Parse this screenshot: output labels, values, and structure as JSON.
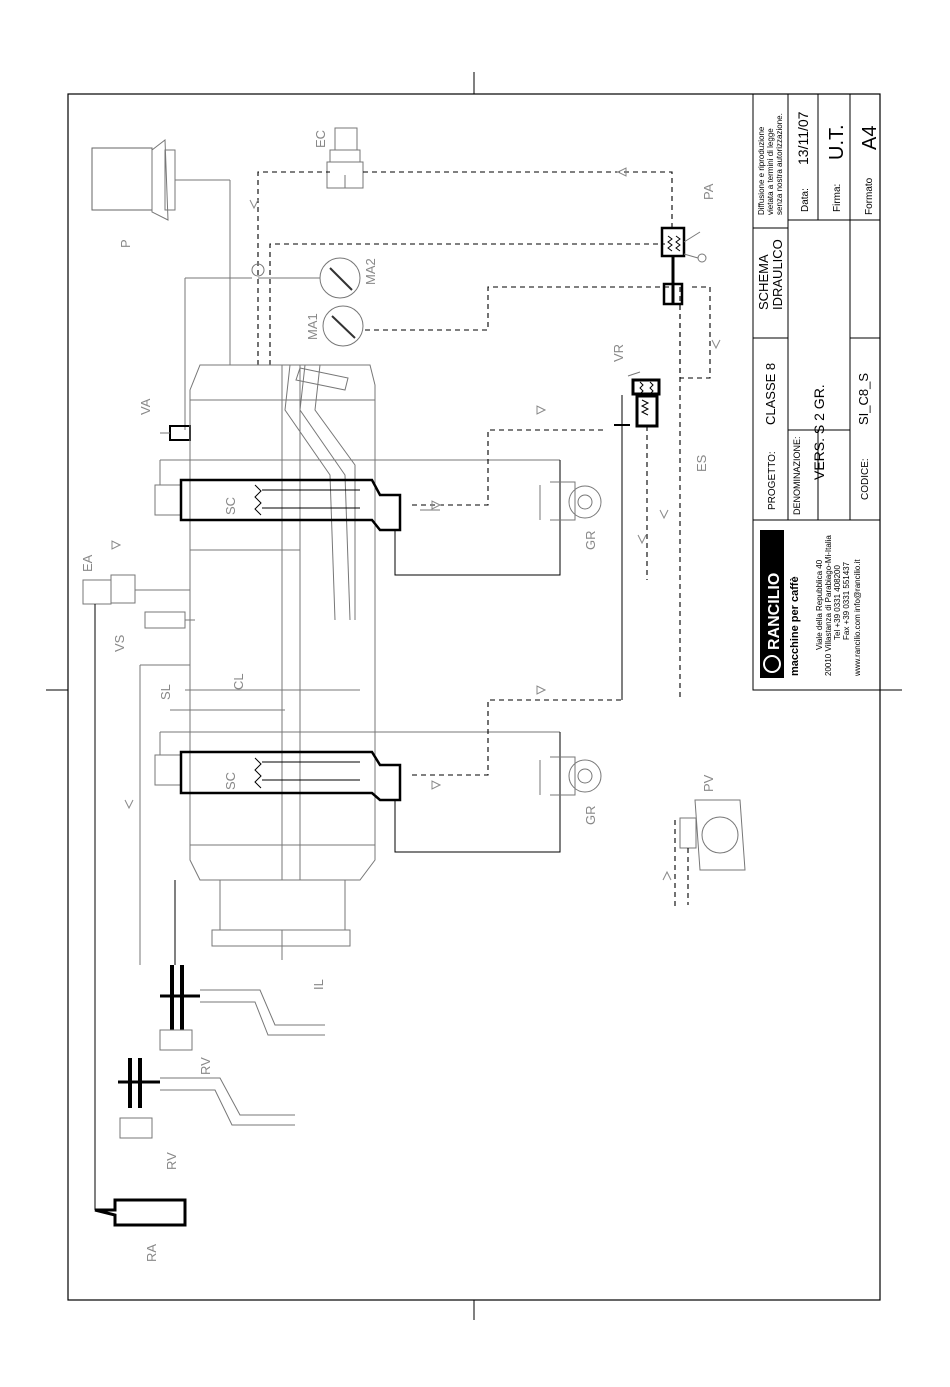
{
  "components": {
    "P": "P",
    "EC": "EC",
    "PA": "PA",
    "MA2": "MA2",
    "MA1": "MA1",
    "VA": "VA",
    "VR": "VR",
    "ES": "ES",
    "SC_top": "SC",
    "GR_top": "GR",
    "EA": "EA",
    "VS": "VS",
    "SL": "SL",
    "CL": "CL",
    "SC_bottom": "SC",
    "GR_bottom": "GR",
    "PV": "PV",
    "IL": "IL",
    "RV_upper": "RV",
    "RV_lower": "RV",
    "RA": "RA"
  },
  "title_block": {
    "rights_line1": "Diffusione e riproduzione",
    "rights_line2": "vietata a termini di legge",
    "rights_line3": "senza nostra autorizzazione.",
    "data_label": "Data:",
    "data_value": "13/11/07",
    "firma_label": "Firma:",
    "firma_value": "U.T.",
    "formato_label": "Formato",
    "formato_value": "A4",
    "schema_line1": "SCHEMA",
    "schema_line2": "IDRAULICO",
    "progetto_label": "PROGETTO:",
    "progetto_value": "CLASSE 8",
    "denominazione_label": "DENOMINAZIONE:",
    "denominazione_value": "VERS.   S  2 GR.",
    "codice_label": "CODICE:",
    "codice_value": "SI_C8_S",
    "brand": "RANCILIO",
    "tagline": "macchine per caffè",
    "address1": "Viale della Repubblica 40",
    "address2": "20010 Villastanza di Parabiago-Mi-Italia",
    "tel": "Tel +39 0331 408200",
    "fax": "Fax +39 0331 551437",
    "web": "www.rancilio.com     info@rancilio.it"
  }
}
